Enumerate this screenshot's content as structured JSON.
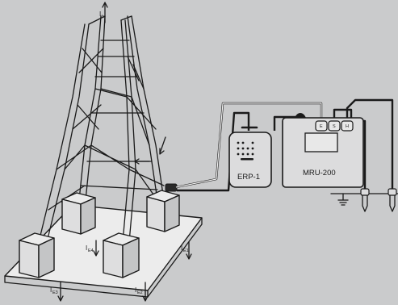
{
  "tower_top_current": {
    "symbol": "I",
    "subscript": "h"
  },
  "footing_currents": [
    {
      "symbol": "I",
      "subscript": "E1"
    },
    {
      "symbol": "I",
      "subscript": "E2"
    },
    {
      "symbol": "I",
      "subscript": "E3"
    },
    {
      "symbol": "I",
      "subscript": "E4"
    }
  ],
  "clamp": {
    "label": "ERP-1"
  },
  "meter": {
    "label": "MRU-200",
    "terminals": [
      "E",
      "S",
      "H"
    ]
  }
}
